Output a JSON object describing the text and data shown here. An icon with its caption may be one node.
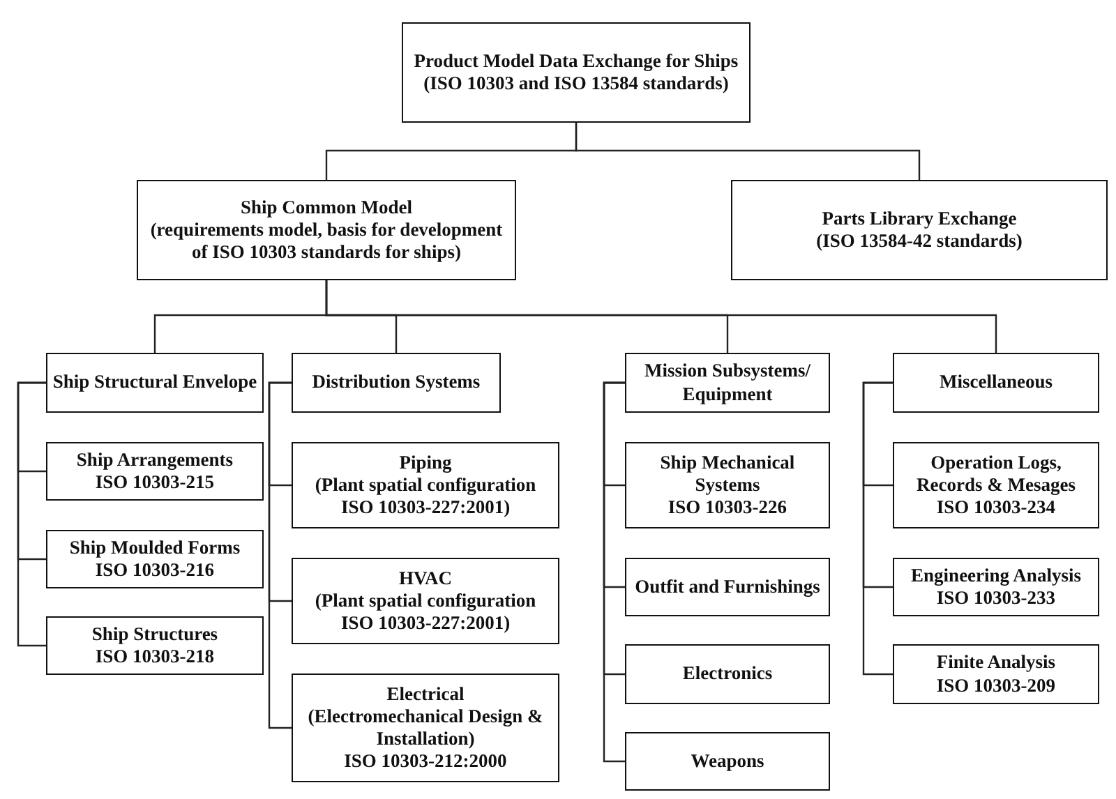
{
  "diagram": {
    "nodes": [
      {
        "text": [
          "Product Model Data Exchange for Ships",
          "(ISO 10303 and ISO 13584 standards)"
        ]
      },
      {
        "text": [
          "Ship Common Model",
          "(requirements model, basis for development of ISO 10303 standards for ships)"
        ]
      },
      {
        "text": [
          "Parts Library Exchange",
          "(ISO 13584-42 standards)"
        ]
      },
      {
        "text": [
          "Ship Structural Envelope"
        ]
      },
      {
        "text": [
          "Ship Arrangements",
          "ISO 10303-215"
        ]
      },
      {
        "text": [
          "Ship Moulded Forms",
          "ISO 10303-216"
        ]
      },
      {
        "text": [
          "Ship Structures",
          "ISO 10303-218"
        ]
      },
      {
        "text": [
          "Distribution Systems"
        ]
      },
      {
        "text": [
          "Piping",
          "(Plant spatial configuration ISO 10303-227:2001)"
        ]
      },
      {
        "text": [
          "HVAC",
          "(Plant spatial configuration ISO 10303-227:2001)"
        ]
      },
      {
        "text": [
          "Electrical",
          "(Electromechanical Design & Installation)",
          "ISO 10303-212:2000"
        ]
      },
      {
        "text": [
          "Mission Subsystems/ Equipment"
        ]
      },
      {
        "text": [
          "Ship Mechanical Systems",
          "ISO 10303-226"
        ]
      },
      {
        "text": [
          "Outfit and Furnishings"
        ]
      },
      {
        "text": [
          "Electronics"
        ]
      },
      {
        "text": [
          "Weapons"
        ]
      },
      {
        "text": [
          "Miscellaneous"
        ]
      },
      {
        "text": [
          "Operation Logs, Records & Mesages",
          "ISO 10303-234"
        ]
      },
      {
        "text": [
          "Engineering Analysis",
          "ISO 10303-233"
        ]
      },
      {
        "text": [
          "Finite Analysis",
          "ISO 10303-209"
        ]
      }
    ],
    "edges": [
      {
        "from": 0,
        "to": 1,
        "arrow": "none"
      },
      {
        "from": 0,
        "to": 2,
        "arrow": "none"
      },
      {
        "from": 1,
        "to": 3,
        "arrow": "none"
      },
      {
        "from": 1,
        "to": 7,
        "arrow": "none"
      },
      {
        "from": 1,
        "to": 11,
        "arrow": "none"
      },
      {
        "from": 1,
        "to": 16,
        "arrow": "none"
      },
      {
        "from": 3,
        "to": 4,
        "arrow": "none"
      },
      {
        "from": 3,
        "to": 5,
        "arrow": "none"
      },
      {
        "from": 3,
        "to": 6,
        "arrow": "none"
      },
      {
        "from": 7,
        "to": 8,
        "arrow": "none"
      },
      {
        "from": 7,
        "to": 9,
        "arrow": "none"
      },
      {
        "from": 7,
        "to": 10,
        "arrow": "none"
      },
      {
        "from": 11,
        "to": 12,
        "arrow": "none"
      },
      {
        "from": 11,
        "to": 13,
        "arrow": "none"
      },
      {
        "from": 11,
        "to": 14,
        "arrow": "none"
      },
      {
        "from": 11,
        "to": 15,
        "arrow": "none"
      },
      {
        "from": 16,
        "to": 17,
        "arrow": "none"
      },
      {
        "from": 16,
        "to": 18,
        "arrow": "none"
      },
      {
        "from": 16,
        "to": 19,
        "arrow": "none"
      }
    ]
  }
}
